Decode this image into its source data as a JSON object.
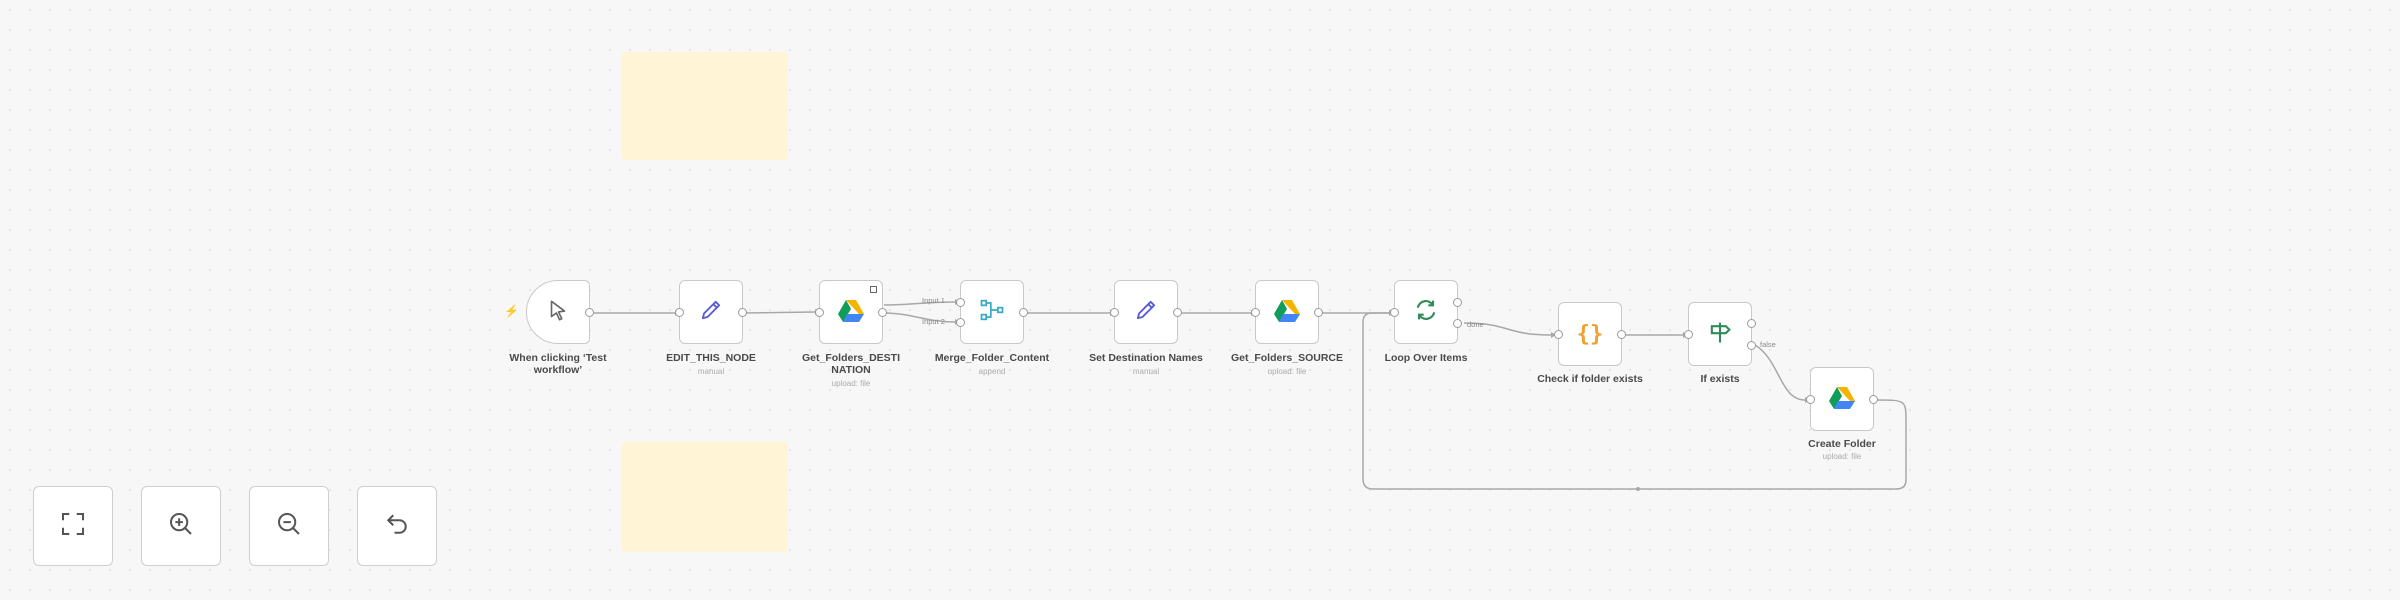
{
  "canvas": {
    "nodes": [
      {
        "id": "trigger",
        "label": "When clicking ‘Test workflow’",
        "sub": "",
        "icon": "cursor-icon"
      },
      {
        "id": "edit",
        "label": "EDIT_THIS_NODE",
        "sub": "manual",
        "icon": "pencil-icon"
      },
      {
        "id": "gf_dest",
        "label": "Get_Folders_DESTINATION",
        "sub": "upload: file",
        "icon": "google-drive-icon"
      },
      {
        "id": "merge",
        "label": "Merge_Folder_Content",
        "sub": "append",
        "icon": "merge-icon"
      },
      {
        "id": "setdest",
        "label": "Set Destination Names",
        "sub": "manual",
        "icon": "pencil-icon"
      },
      {
        "id": "gf_src",
        "label": "Get_Folders_SOURCE",
        "sub": "upload: file",
        "icon": "google-drive-icon"
      },
      {
        "id": "loop",
        "label": "Loop Over Items",
        "sub": "",
        "icon": "loop-icon"
      },
      {
        "id": "check",
        "label": "Check if folder exists",
        "sub": "",
        "icon": "code-braces-icon"
      },
      {
        "id": "ifexists",
        "label": "If exists",
        "sub": "",
        "icon": "if-signpost-icon"
      },
      {
        "id": "create",
        "label": "Create Folder",
        "sub": "upload: file",
        "icon": "google-drive-icon"
      }
    ],
    "edge_labels": {
      "input1": "Input 1",
      "input2": "Input 2",
      "done": "done",
      "false": "false"
    },
    "colors": {
      "drive_blue": "#4285f4",
      "drive_green": "#0f9d58",
      "drive_yellow": "#f4b400",
      "accent": "#ff6d5a",
      "code": "#f0a030",
      "if_green": "#2e8b57",
      "pencil": "#5b5bd6"
    }
  },
  "controls": [
    {
      "name": "fit-view-button",
      "icon": "fit-view-icon"
    },
    {
      "name": "zoom-in-button",
      "icon": "zoom-in-icon"
    },
    {
      "name": "zoom-out-button",
      "icon": "zoom-out-icon"
    },
    {
      "name": "reset-zoom-button",
      "icon": "undo-icon"
    }
  ]
}
